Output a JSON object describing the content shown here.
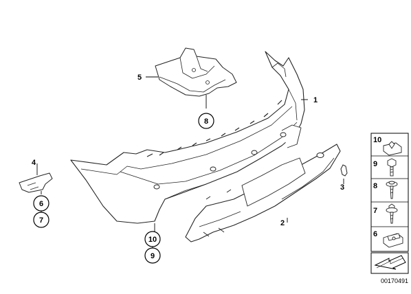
{
  "diagram": {
    "part_labels": [
      "1",
      "2",
      "3",
      "4",
      "5"
    ],
    "bubble_labels": [
      "6",
      "7",
      "8",
      "9",
      "10"
    ],
    "legend": {
      "items": [
        {
          "label": "10",
          "icon": "clip-nut-icon"
        },
        {
          "label": "9",
          "icon": "hex-bolt-icon"
        },
        {
          "label": "8",
          "icon": "screw-icon"
        },
        {
          "label": "7",
          "icon": "screw-icon"
        },
        {
          "label": "6",
          "icon": "spring-nut-icon"
        }
      ]
    },
    "reference_number": "00170491"
  }
}
